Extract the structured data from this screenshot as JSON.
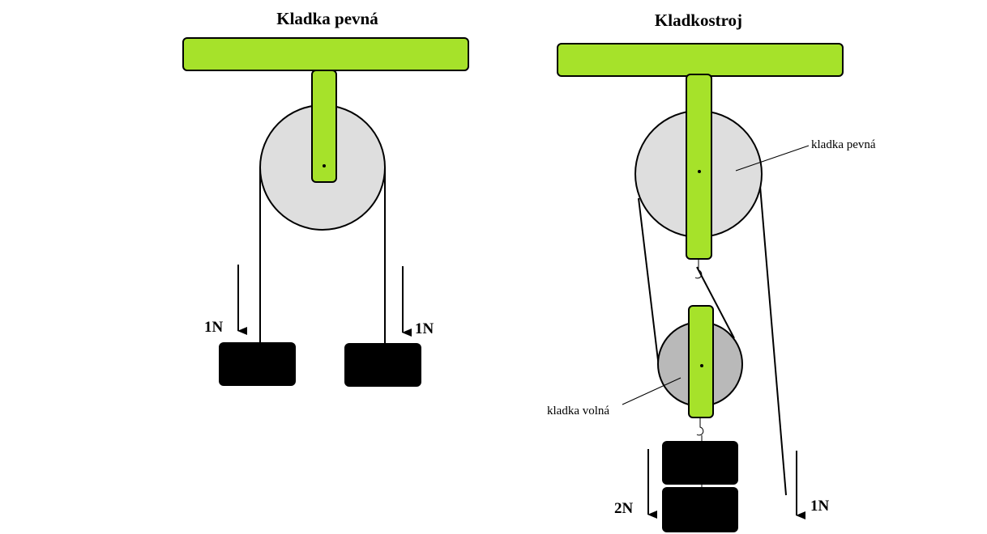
{
  "left_diagram": {
    "title": "Kladka pevná",
    "force_left": "1N",
    "force_right": "1N"
  },
  "right_diagram": {
    "title": "Kladkostroj",
    "fixed_pulley_label": "kladka pevná",
    "movable_pulley_label": "kladka volná",
    "force_load": "2N",
    "force_pull": "1N"
  },
  "colors": {
    "beam": "#a6e22a",
    "fixed_pulley": "#dedede",
    "movable_pulley": "#b9b9b9",
    "weight": "#000000"
  }
}
